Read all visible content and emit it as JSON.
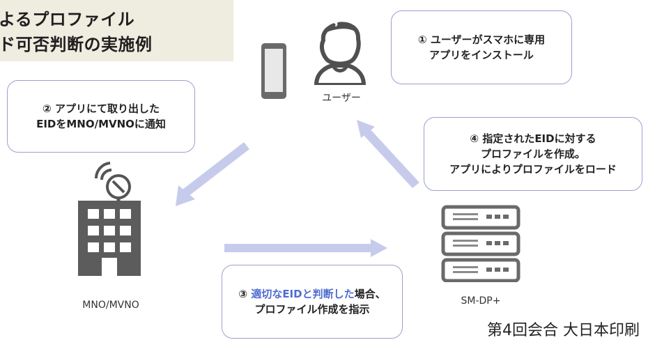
{
  "title": {
    "line1": "よるプロファイル",
    "line2": "ド可否判断の実施例"
  },
  "actors": {
    "user_label": "ユーザー",
    "mno_label": "MNO/MVNO",
    "smdp_label": "SM-DP+"
  },
  "notes": {
    "step1_line1": "① ユーザーがスマホに専用",
    "step1_line2": "アプリをインストール",
    "step2_line1": "② アプリにて取り出した",
    "step2_line2": "EIDをMNO/MVNOに通知",
    "step3_prefix": "③ ",
    "step3_highlight": "適切なEIDと判断した",
    "step3_suffix": "場合、",
    "step3_line2": "プロファイル作成を指示",
    "step4_line1": "④ 指定されたEIDに対する",
    "step4_line2": "プロファイルを作成。",
    "step4_line3": "アプリによりプロファイルをロード"
  },
  "footer": "第4回会合 大日本印刷",
  "colors": {
    "arrow": "#c7cbeb",
    "note_border": "#9aa0cf",
    "icon": "#5c5c5c",
    "highlight": "#4e6bd1",
    "title_bg": "#efece0"
  },
  "icons": [
    "smartphone-icon",
    "user-icon",
    "antenna-icon",
    "building-icon",
    "server-icon"
  ]
}
